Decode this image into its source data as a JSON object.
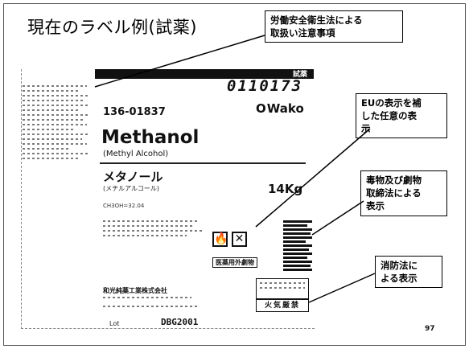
{
  "slide": {
    "title": "現在のラベル例(試薬)",
    "page_number": "97"
  },
  "callouts": {
    "ish_law": {
      "line1": "労働安全衛生法による",
      "line2": "取扱い注意事項"
    },
    "eu": {
      "line1": "EUの表示を補",
      "line2": "した任意の表",
      "line3": "示"
    },
    "poison_law": {
      "line1": "毒物及び劇物",
      "line2": "取締法による",
      "line3": "表示"
    },
    "fire_law": {
      "line1": "消防法に",
      "line2": "よる表示"
    }
  },
  "label": {
    "top_bar_text": "試薬",
    "lot_code": "0110173",
    "catalog_number": "136-01837",
    "brand": "Wako",
    "brand_mark": "O",
    "product_name": "Methanol",
    "product_subname": "(Methyl Alcohol)",
    "jp_name": "メタノール",
    "jp_subname": "(メチルアルコール)",
    "quantity": "14Kg",
    "formula": "CH3OH=32.04",
    "pictogram_flame": "🔥",
    "pictogram_cross": "✕",
    "hazard_box": "医薬用外劇物",
    "fire_box": "火気厳禁",
    "maker_jp": "和光純薬工業株式会社",
    "lot_label": "Lot",
    "lot_value": "DBG2001"
  },
  "icons": {
    "flame": "flame-icon",
    "cross": "harmful-x-icon",
    "brand": "wako-logo-icon"
  }
}
